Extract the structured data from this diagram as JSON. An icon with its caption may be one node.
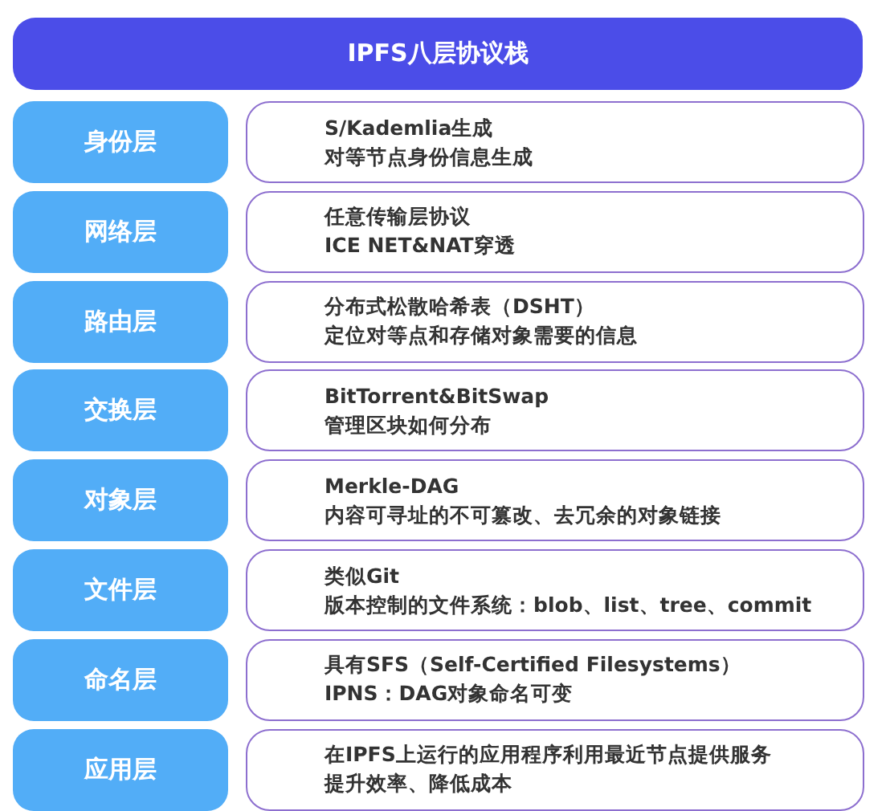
{
  "diagram": {
    "nodes": [
      {
        "text": [
          "IPFS八层协议栈"
        ]
      },
      {
        "text": [
          "身份层"
        ]
      },
      {
        "text": [
          "S/Kademlia生成",
          "对等节点身份信息生成"
        ]
      },
      {
        "text": [
          "网络层"
        ]
      },
      {
        "text": [
          "任意传输层协议",
          "ICE NET&NAT穿透"
        ]
      },
      {
        "text": [
          "路由层"
        ]
      },
      {
        "text": [
          "分布式松散哈希表（DSHT）",
          "定位对等点和存储对象需要的信息"
        ]
      },
      {
        "text": [
          "交换层"
        ]
      },
      {
        "text": [
          "BitTorrent&BitSwap",
          "管理区块如何分布"
        ]
      },
      {
        "text": [
          "对象层"
        ]
      },
      {
        "text": [
          "Merkle-DAG",
          "内容可寻址的不可篡改、去冗余的对象链接"
        ]
      },
      {
        "text": [
          "文件层"
        ]
      },
      {
        "text": [
          "类似Git",
          "版本控制的文件系统：blob、list、tree、commit"
        ]
      },
      {
        "text": [
          "命名层"
        ]
      },
      {
        "text": [
          "具有SFS（Self-Certified Filesystems）",
          "IPNS：DAG对象命名可变"
        ]
      },
      {
        "text": [
          "应用层"
        ]
      },
      {
        "text": [
          "在IPFS上运行的应用程序利用最近节点提供服务",
          "提升效率、降低成本"
        ]
      }
    ]
  }
}
